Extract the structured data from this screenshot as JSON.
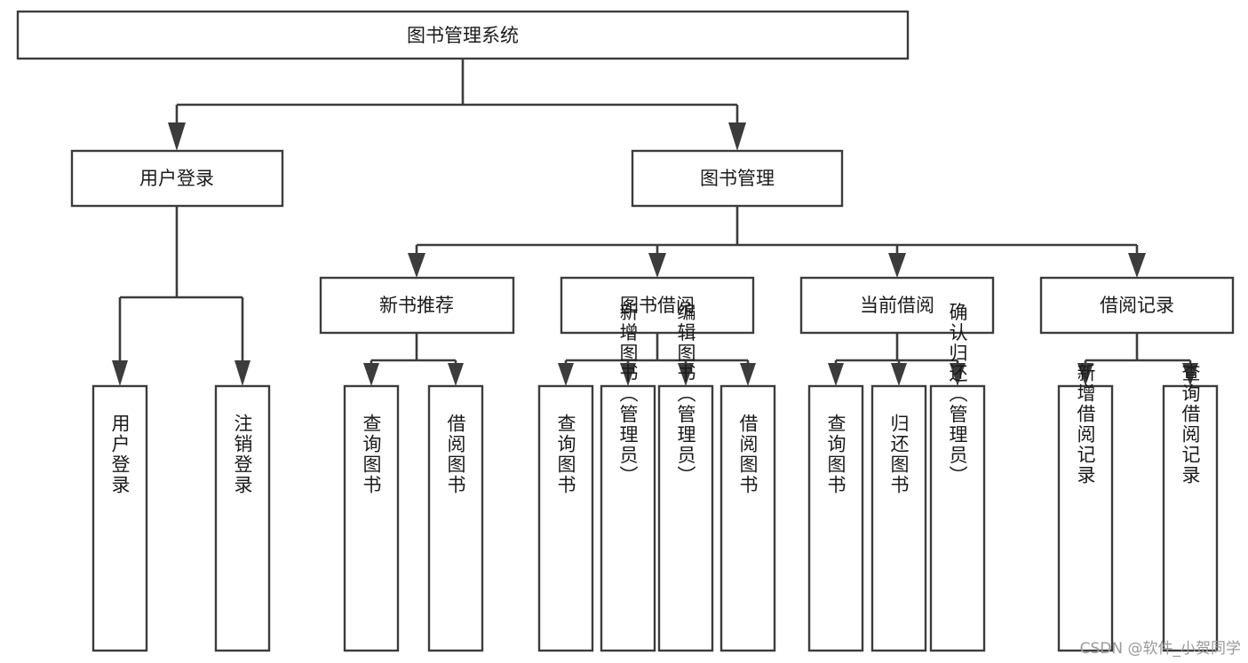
{
  "diagram": {
    "title": "图书管理系统",
    "type": "tree-hierarchy-chart",
    "watermark": "CSDN @软件_小贺同学",
    "colors": {
      "stroke": "#3c3c3c",
      "fill": "#ffffff",
      "text": "#1a1a1a",
      "watermark": "#9a9a9a"
    },
    "root": {
      "label": "图书管理系统"
    },
    "level2": [
      {
        "label": "用户登录"
      },
      {
        "label": "图书管理"
      }
    ],
    "level3": [
      {
        "label": "新书推荐"
      },
      {
        "label": "图书借阅"
      },
      {
        "label": "当前借阅"
      },
      {
        "label": "借阅记录"
      }
    ],
    "leaves": {
      "user_login": [
        {
          "label": "用户登录"
        },
        {
          "label": "注销登录"
        }
      ],
      "new_book_recommend": [
        {
          "label": "查询图书"
        },
        {
          "label": "借阅图书"
        }
      ],
      "book_borrow": [
        {
          "label": "查询图书"
        },
        {
          "label": "新增图书（管理员）"
        },
        {
          "label": "编辑图书（管理员）"
        },
        {
          "label": "借阅图书"
        }
      ],
      "current_borrow": [
        {
          "label": "查询图书"
        },
        {
          "label": "归还图书"
        },
        {
          "label": "确认归还（管理员）"
        }
      ],
      "borrow_record": [
        {
          "label": "新增借阅记录"
        },
        {
          "label": "查询借阅记录"
        }
      ]
    }
  }
}
